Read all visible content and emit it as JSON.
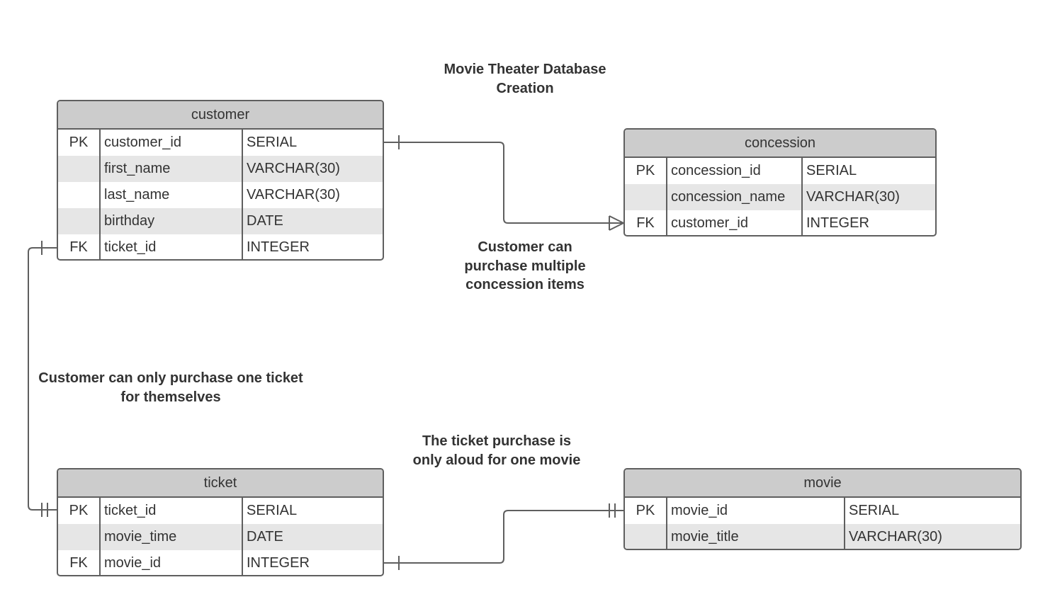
{
  "title": "Movie Theater Database Creation",
  "notes": {
    "customer_concession": "Customer can purchase multiple concession items",
    "customer_ticket": "Customer can only purchase one ticket for themselves",
    "ticket_movie": "The ticket purchase is only aloud for one movie"
  },
  "entities": {
    "customer": {
      "name": "customer",
      "rows": [
        {
          "key": "PK",
          "field": "customer_id",
          "type": "SERIAL"
        },
        {
          "key": "",
          "field": "first_name",
          "type": "VARCHAR(30)"
        },
        {
          "key": "",
          "field": "last_name",
          "type": "VARCHAR(30)"
        },
        {
          "key": "",
          "field": "birthday",
          "type": "DATE"
        },
        {
          "key": "FK",
          "field": "ticket_id",
          "type": "INTEGER"
        }
      ]
    },
    "concession": {
      "name": "concession",
      "rows": [
        {
          "key": "PK",
          "field": "concession_id",
          "type": "SERIAL"
        },
        {
          "key": "",
          "field": "concession_name",
          "type": "VARCHAR(30)"
        },
        {
          "key": "FK",
          "field": "customer_id",
          "type": "INTEGER"
        }
      ]
    },
    "ticket": {
      "name": "ticket",
      "rows": [
        {
          "key": "PK",
          "field": "ticket_id",
          "type": "SERIAL"
        },
        {
          "key": "",
          "field": "movie_time",
          "type": "DATE"
        },
        {
          "key": "FK",
          "field": "movie_id",
          "type": "INTEGER"
        }
      ]
    },
    "movie": {
      "name": "movie",
      "rows": [
        {
          "key": "PK",
          "field": "movie_id",
          "type": "SERIAL"
        },
        {
          "key": "",
          "field": "movie_title",
          "type": "VARCHAR(30)"
        }
      ]
    }
  },
  "colors": {
    "border": "#5f5f5f",
    "header_fill": "#cccccc",
    "alt_row_fill": "#e6e6e6",
    "text": "#333333"
  }
}
